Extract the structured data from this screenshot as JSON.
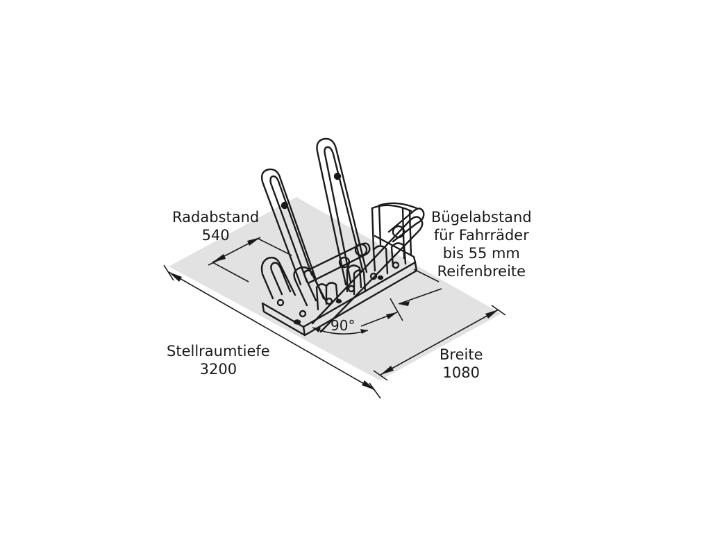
{
  "labels": {
    "radabstand": {
      "title": "Radabstand",
      "value": "540"
    },
    "buegelabstand": {
      "line1": "Bügelabstand",
      "line2": "für Fahrräder",
      "line3": "bis 55 mm",
      "line4": "Reifenbreite"
    },
    "stellraumtiefe": {
      "title": "Stellraumtiefe",
      "value": "3200"
    },
    "breite": {
      "title": "Breite",
      "value": "1080"
    },
    "angle": "90°"
  },
  "colors": {
    "footprint": "#e2e2e2",
    "stroke": "#1a1a1a",
    "rack_fill": "#ffffff"
  }
}
